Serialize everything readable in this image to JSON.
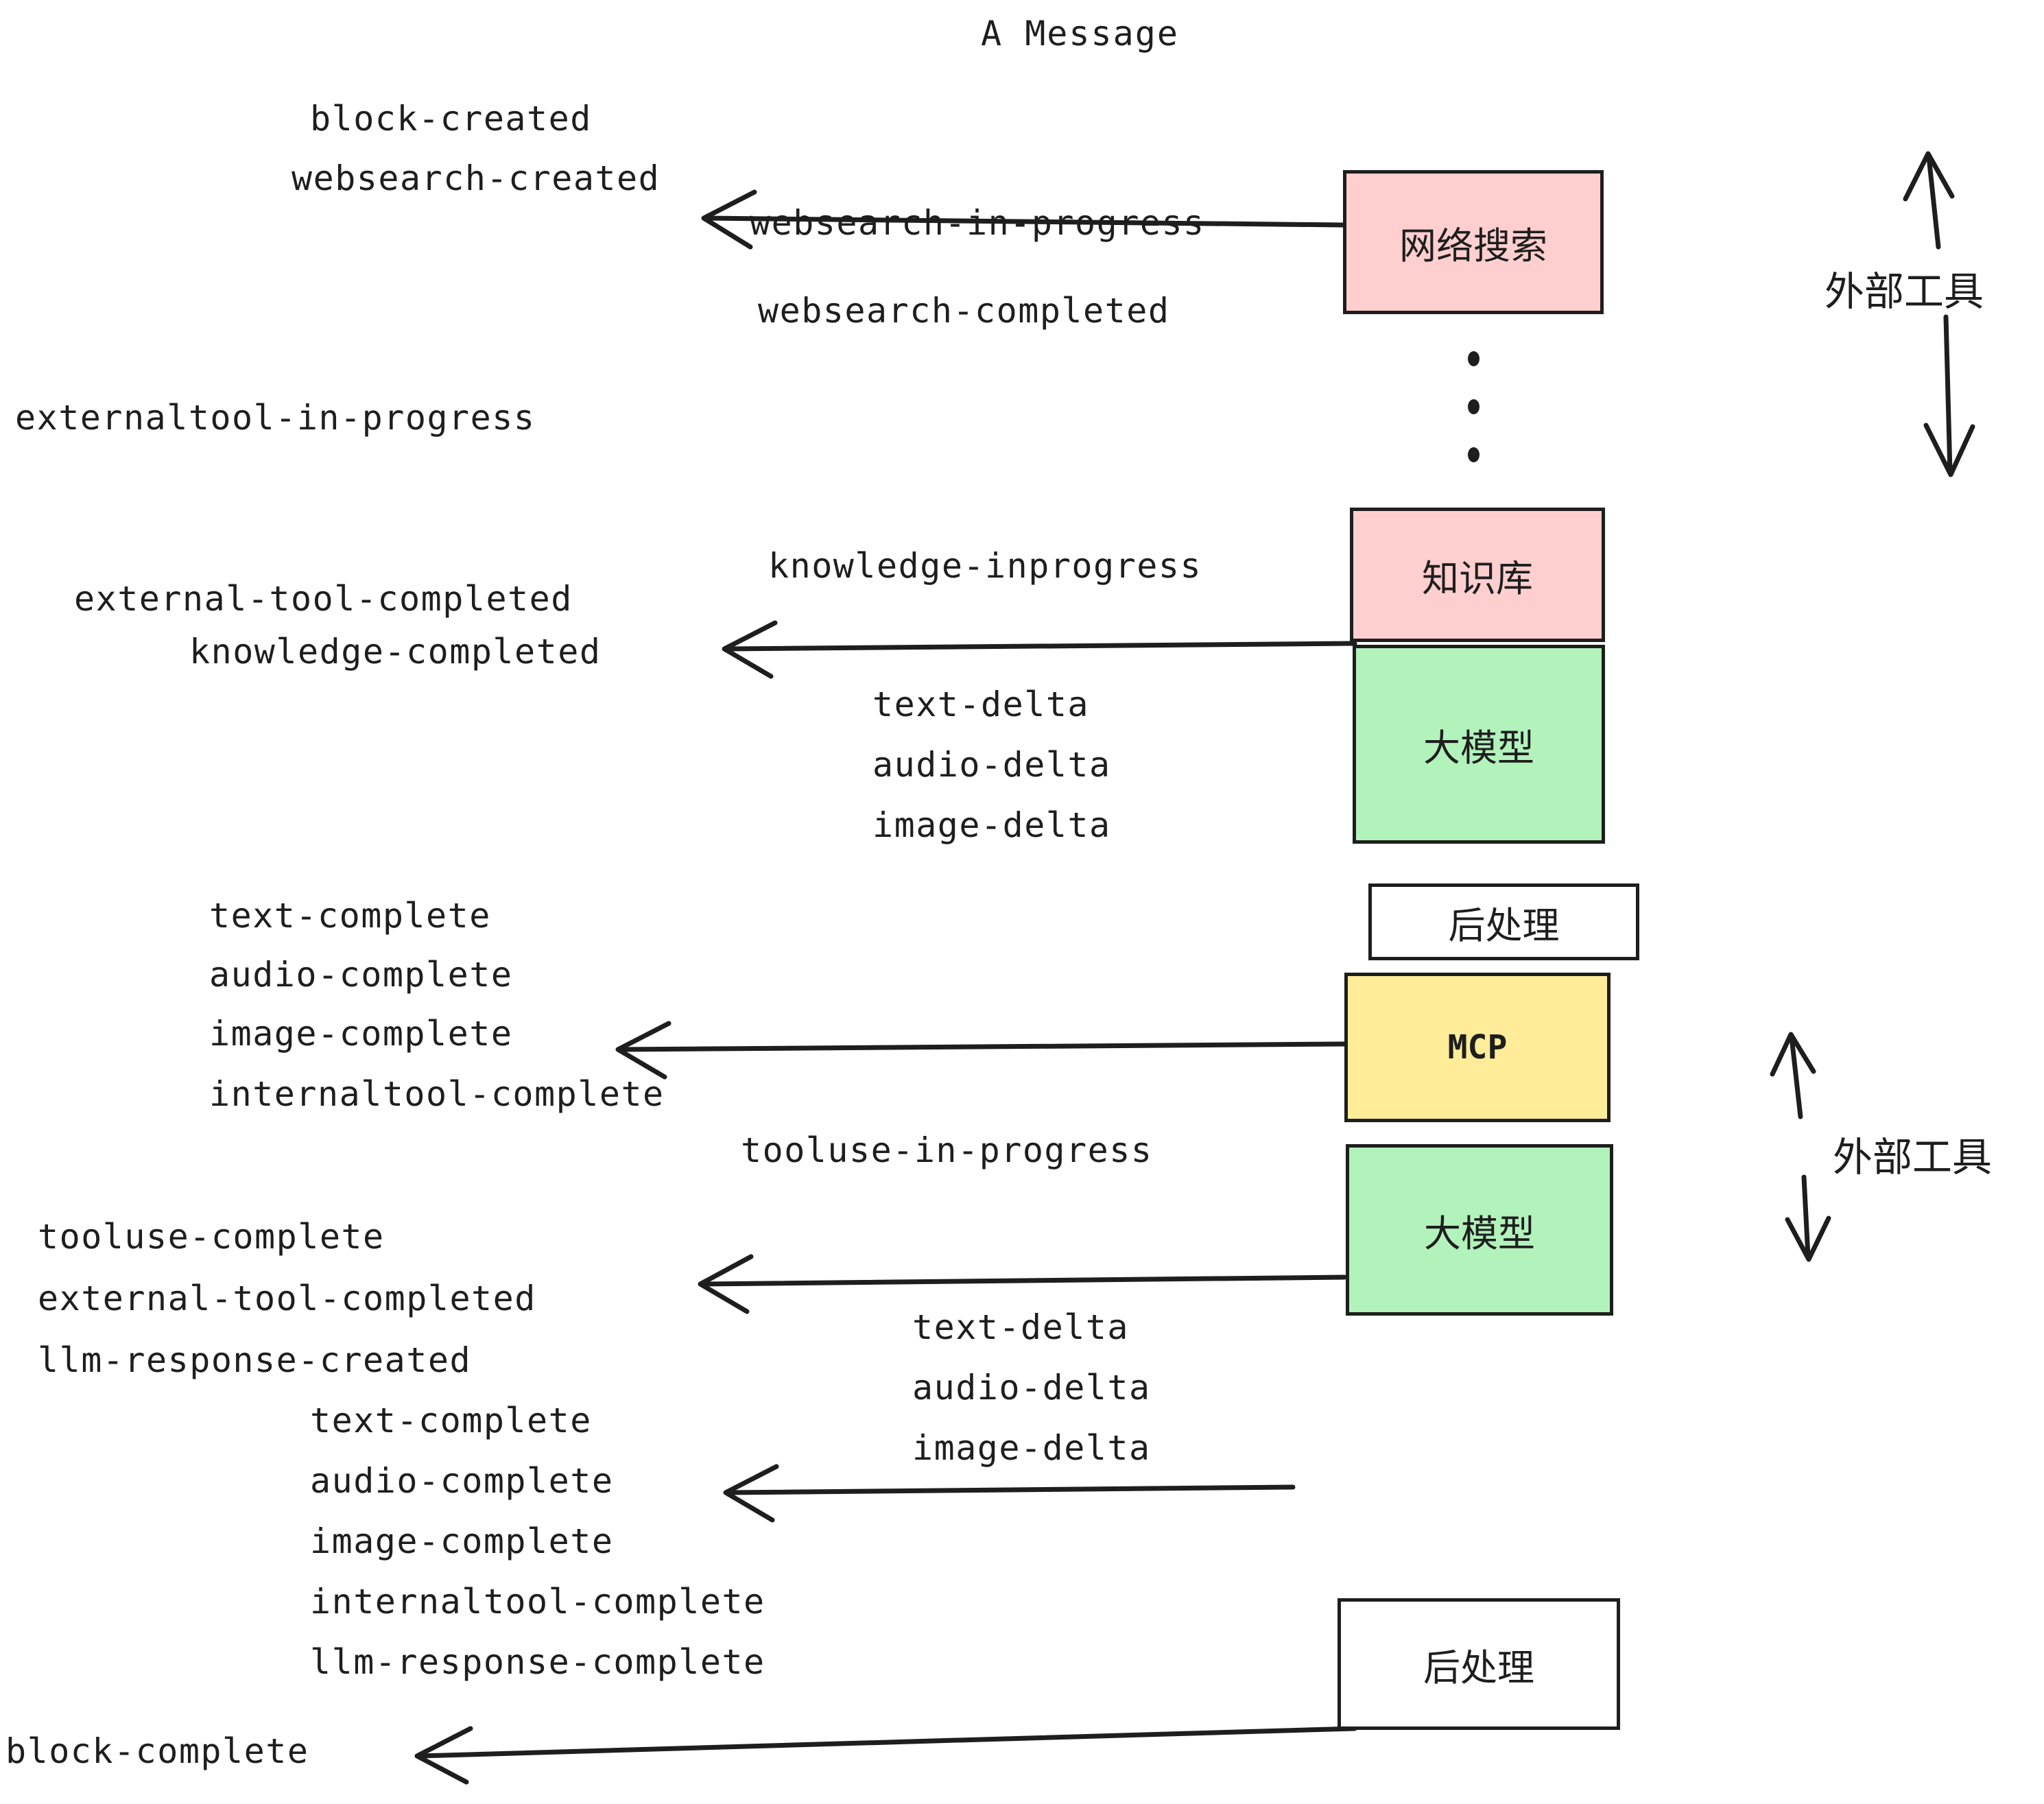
{
  "title": "A Message",
  "colors": {
    "stroke": "#1e1e1e",
    "pink": "#ffcfcf",
    "green": "#b2f2bb",
    "yellow": "#ffec99",
    "white": "#ffffff",
    "background": "#ffffff"
  },
  "boxes": [
    {
      "id": "websearch",
      "label": "网络搜索",
      "fill": "pink"
    },
    {
      "id": "knowledge",
      "label": "知识库",
      "fill": "pink"
    },
    {
      "id": "llm-1",
      "label": "大模型",
      "fill": "green"
    },
    {
      "id": "postprocess-1",
      "label": "后处理",
      "fill": "white"
    },
    {
      "id": "mcp",
      "label": "MCP",
      "fill": "yellow"
    },
    {
      "id": "llm-2",
      "label": "大模型",
      "fill": "green"
    },
    {
      "id": "postprocess-2",
      "label": "后处理",
      "fill": "white"
    }
  ],
  "side_labels": [
    {
      "id": "external-tools-top",
      "label": "外部工具"
    },
    {
      "id": "external-tools-bottom",
      "label": "外部工具"
    }
  ],
  "events": {
    "block_created": "block-created",
    "websearch_created": "websearch-created",
    "websearch_in_progress": "websearch-in-progress",
    "websearch_completed": "websearch-completed",
    "externaltool_in_progress": "externaltool-in-progress",
    "knowledge_inprogress": "knowledge-inprogress",
    "external_tool_completed_1": "external-tool-completed",
    "knowledge_completed": "knowledge-completed",
    "text_delta_1": "text-delta",
    "audio_delta_1": "audio-delta",
    "image_delta_1": "image-delta",
    "text_complete_1": "text-complete",
    "audio_complete_1": "audio-complete",
    "image_complete_1": "image-complete",
    "internaltool_complete_1": "internaltool-complete",
    "tooluse_in_progress": "tooluse-in-progress",
    "tooluse_complete": "tooluse-complete",
    "external_tool_completed_2": "external-tool-completed",
    "llm_response_created": "llm-response-created",
    "text_delta_2": "text-delta",
    "audio_delta_2": "audio-delta",
    "image_delta_2": "image-delta",
    "text_complete_2": "text-complete",
    "audio_complete_2": "audio-complete",
    "image_complete_2": "image-complete",
    "internaltool_complete_2": "internaltool-complete",
    "llm_response_complete": "llm-response-complete",
    "block_complete": "block-complete"
  }
}
